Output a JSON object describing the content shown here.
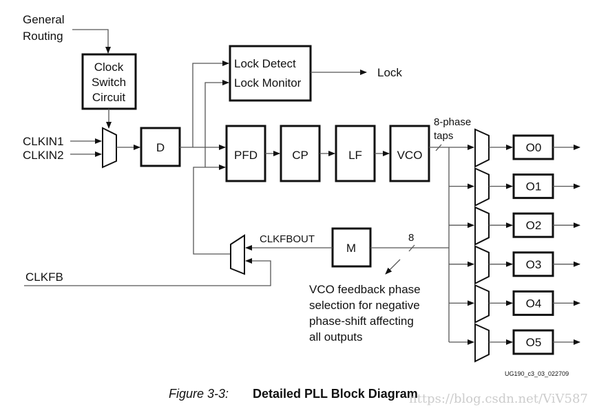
{
  "inputs": {
    "general_routing_1": "General",
    "general_routing_2": "Routing",
    "clkin1": "CLKIN1",
    "clkin2": "CLKIN2",
    "clkfb": "CLKFB"
  },
  "blocks": {
    "clock_switch": [
      "Clock",
      "Switch",
      "Circuit"
    ],
    "d": "D",
    "lock_detect": "Lock Detect",
    "lock_monitor": "Lock Monitor",
    "pfd": "PFD",
    "cp": "CP",
    "lf": "LF",
    "vco": "VCO",
    "m": "M"
  },
  "outputs": [
    "O0",
    "O1",
    "O2",
    "O3",
    "O4",
    "O5"
  ],
  "signals": {
    "lock": "Lock",
    "clkfbout": "CLKFBOUT",
    "taps_1": "8-phase",
    "taps_2": "taps",
    "bus_width": "8"
  },
  "annotation": [
    "VCO feedback phase",
    "selection for negative",
    "phase-shift affecting",
    "all outputs"
  ],
  "figure_id": "UG190_c3_03_022709",
  "caption": {
    "number": "Figure 3-3:",
    "title": "Detailed PLL Block Diagram"
  },
  "watermark": "https://blog.csdn.net/ViV587"
}
